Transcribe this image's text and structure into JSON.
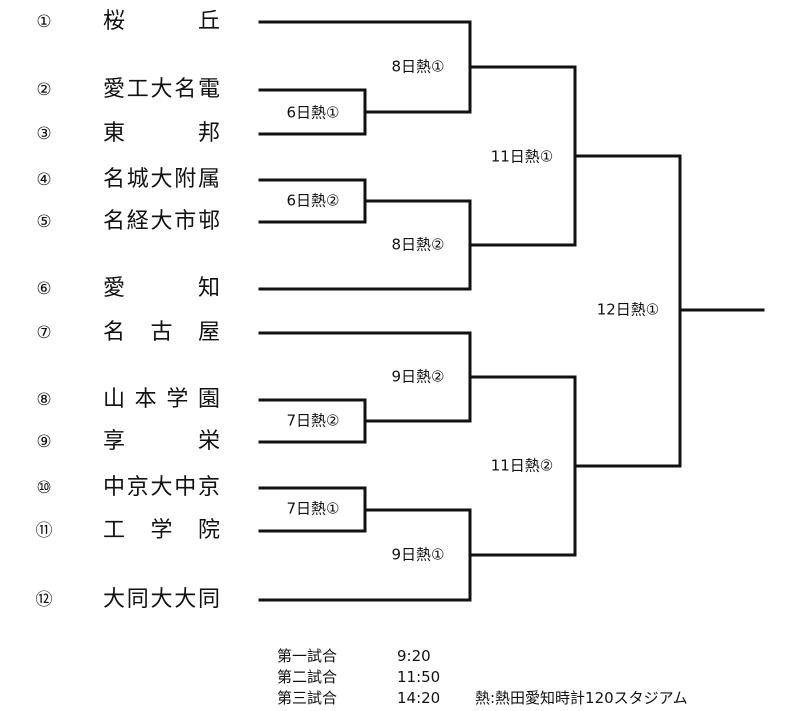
{
  "teams": [
    {
      "num": "①",
      "name": "桜　　丘"
    },
    {
      "num": "②",
      "name": "愛工大名電"
    },
    {
      "num": "③",
      "name": "東　　邦"
    },
    {
      "num": "④",
      "name": "名城大附属"
    },
    {
      "num": "⑤",
      "name": "名経大市邨"
    },
    {
      "num": "⑥",
      "name": "愛　　知"
    },
    {
      "num": "⑦",
      "name": "名 古 屋"
    },
    {
      "num": "⑧",
      "name": "山本学園"
    },
    {
      "num": "⑨",
      "name": "享　　栄"
    },
    {
      "num": "⑩",
      "name": "中京大中京"
    },
    {
      "num": "⑪",
      "name": "工 学 院"
    },
    {
      "num": "⑫",
      "name": "大同大大同"
    }
  ],
  "matches": [
    {
      "label": "6日熱①"
    },
    {
      "label": "6日熱②"
    },
    {
      "label": "7日熱②"
    },
    {
      "label": "7日熱①"
    },
    {
      "label": "8日熱①"
    },
    {
      "label": "8日熱②"
    },
    {
      "label": "9日熱②"
    },
    {
      "label": "9日熱①"
    },
    {
      "label": "11日熱①"
    },
    {
      "label": "11日熱②"
    },
    {
      "label": "12日熱①"
    }
  ],
  "schedule": [
    {
      "label": "第一試合",
      "time": "9:20"
    },
    {
      "label": "第二試合",
      "time": "11:50"
    },
    {
      "label": "第三試合",
      "time": "14:20"
    }
  ],
  "legend": "熱:熱田愛知時計120スタジアム",
  "colors": {
    "line": "#111111",
    "background": "#ffffff"
  }
}
